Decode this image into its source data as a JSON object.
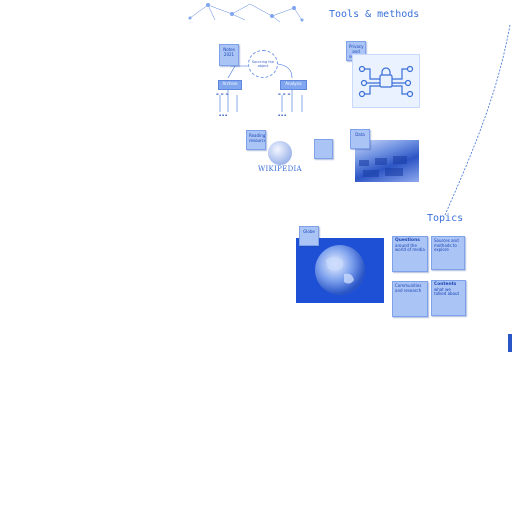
{
  "canvas": {
    "headings": {
      "tools_methods": "Tools & methods",
      "topics": "Topics"
    },
    "wikipedia_label": "WIKIPEDIA",
    "diagram": {
      "center_label": "Sourcing the object",
      "left_box": "Archive",
      "right_box": "Analysis",
      "top_note": "Notes",
      "top_note_label": "2021"
    },
    "stickies": {
      "network_note": "Privacy and security",
      "wiki_note": "Reading resources",
      "photo_note": "Data",
      "globe_note": "Globe"
    },
    "topic_cards": [
      {
        "title": "Questions",
        "body": "around the world of media"
      },
      {
        "title": "",
        "body": "Sources and methods to explore"
      },
      {
        "title": "",
        "body": "Communities and research"
      },
      {
        "title": "Contents",
        "body": "what we talked about"
      }
    ],
    "colors": {
      "accent": "#3a6fd8",
      "sticky": "#a9c4f5",
      "globe_bg": "#1e50d6"
    }
  }
}
